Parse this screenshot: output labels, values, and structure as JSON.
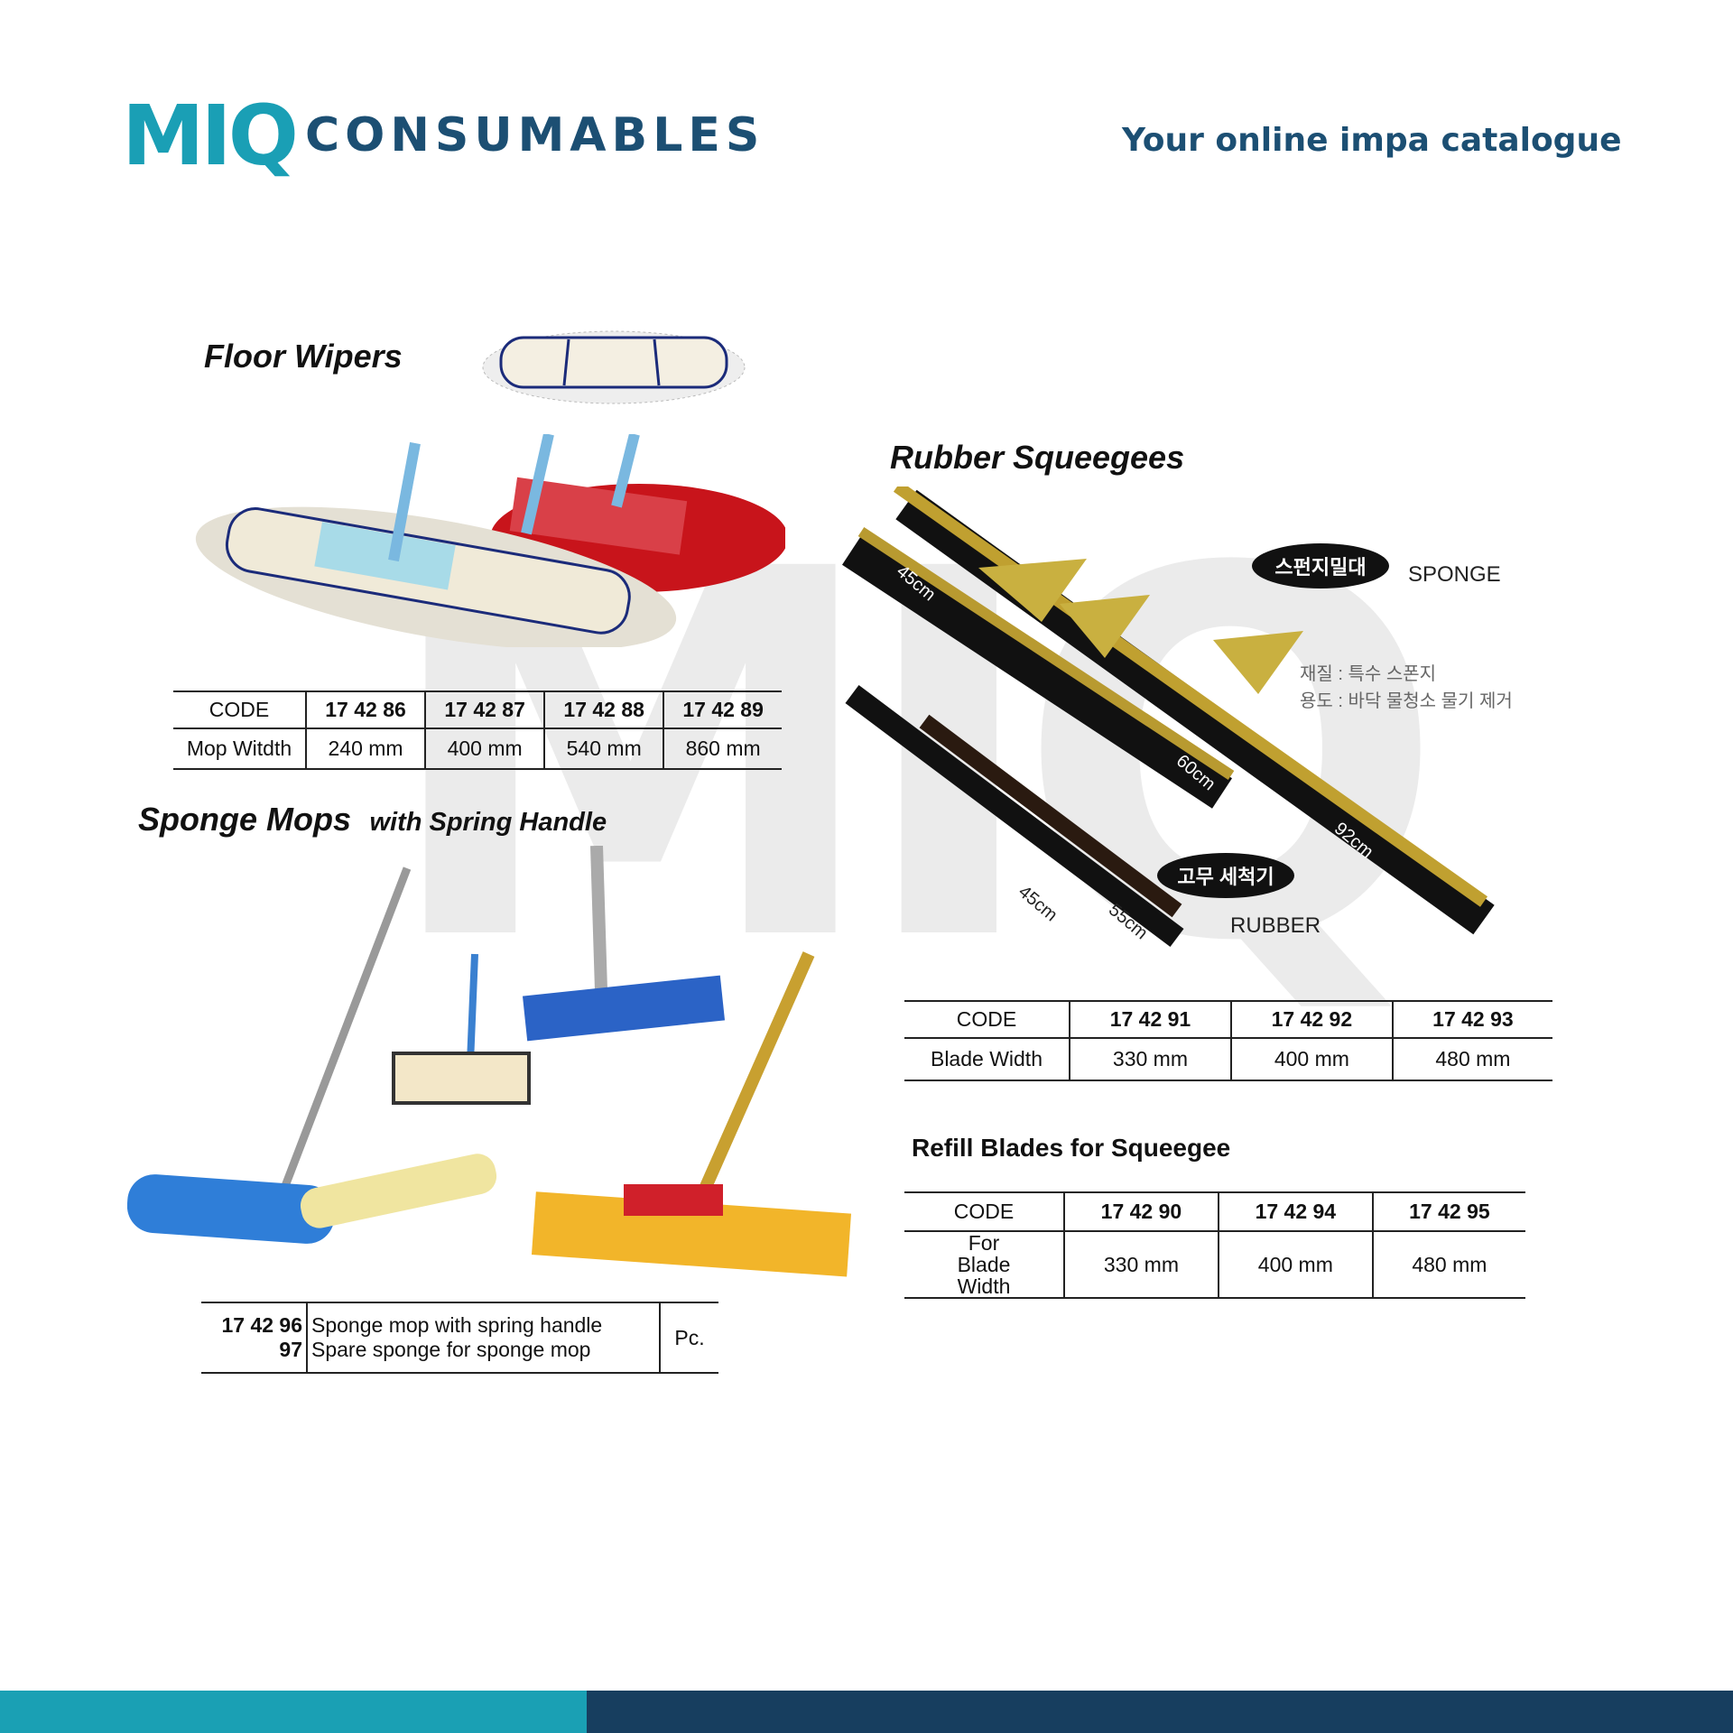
{
  "header": {
    "logo_mark": "MIQ",
    "logo_text": "CONSUMABLES",
    "tagline": "Your online impa catalogue"
  },
  "watermark": "MIQ",
  "floor_wipers": {
    "title": "Floor Wipers",
    "table": {
      "row_labels": [
        "CODE",
        "Mop Witdth"
      ],
      "codes": [
        "17 42 86",
        "17 42 87",
        "17 42 88",
        "17 42 89"
      ],
      "widths": [
        "240 mm",
        "400 mm",
        "540 mm",
        "860 mm"
      ]
    }
  },
  "sponge_mops": {
    "title": "Sponge Mops",
    "subtitle": "with Spring Handle",
    "table": {
      "codes": "17 42 96",
      "codes2": "97",
      "desc1": "Sponge mop with spring handle",
      "desc2": "Spare sponge for sponge mop",
      "unit": "Pc."
    }
  },
  "rubber_squeegees": {
    "title": "Rubber Squeegees",
    "image_labels": {
      "sponge_ko": "스펀지밀대",
      "sponge": "SPONGE",
      "material": "재질 : 특수 스폰지",
      "usage": "용도 : 바닥 물청소 물기 제거",
      "rubber_ko": "고무 세척기",
      "rubber": "RUBBER",
      "sizes": [
        "45cm",
        "60cm",
        "92cm",
        "45cm",
        "55cm"
      ]
    },
    "table": {
      "row_labels": [
        "CODE",
        "Blade Width"
      ],
      "codes": [
        "17 42 91",
        "17 42 92",
        "17 42 93"
      ],
      "widths": [
        "330 mm",
        "400 mm",
        "480 mm"
      ]
    }
  },
  "refill_blades": {
    "title": "Refill Blades for Squeegee",
    "table": {
      "row_labels": [
        "CODE",
        "For Blade Width"
      ],
      "codes": [
        "17 42 90",
        "17 42 94",
        "17 42 95"
      ],
      "widths": [
        "330 mm",
        "400 mm",
        "480 mm"
      ]
    }
  }
}
